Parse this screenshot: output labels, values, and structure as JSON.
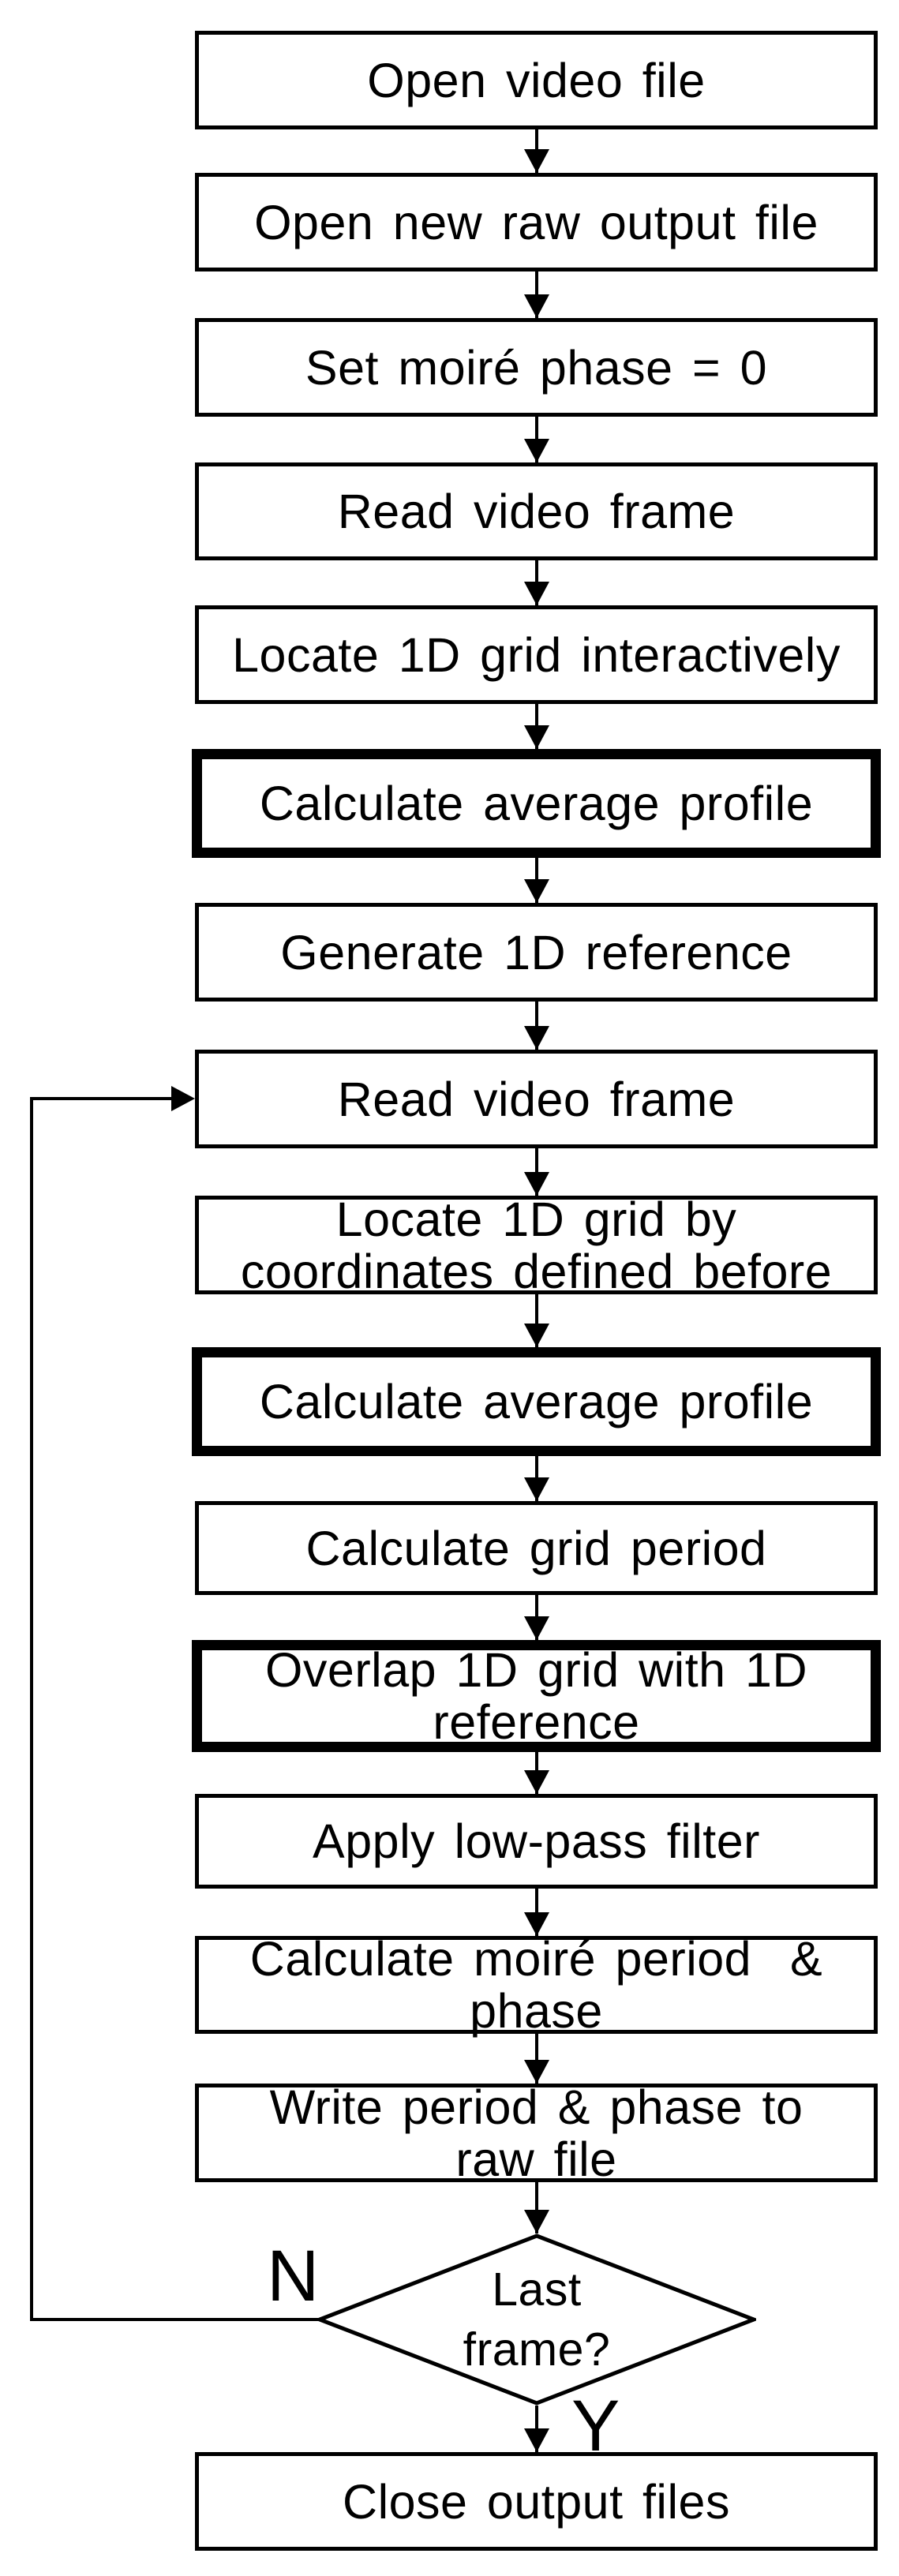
{
  "diagram": {
    "type": "flowchart",
    "colors": {
      "stroke": "#000000",
      "background": "#ffffff",
      "text": "#000000"
    },
    "nodes": [
      {
        "id": "open-video-file",
        "shape": "process",
        "emphasis": false,
        "label": "Open video file"
      },
      {
        "id": "open-new-raw-output-file",
        "shape": "process",
        "emphasis": false,
        "label": "Open new raw output file"
      },
      {
        "id": "set-moire-phase-zero",
        "shape": "process",
        "emphasis": false,
        "label": "Set moiré phase = 0"
      },
      {
        "id": "read-video-frame-1",
        "shape": "process",
        "emphasis": false,
        "label": "Read video frame"
      },
      {
        "id": "locate-1d-grid-interactively",
        "shape": "process",
        "emphasis": false,
        "label": "Locate 1D grid interactively"
      },
      {
        "id": "calculate-average-profile-1",
        "shape": "process",
        "emphasis": true,
        "label": "Calculate average profile"
      },
      {
        "id": "generate-1d-reference",
        "shape": "process",
        "emphasis": false,
        "label": "Generate 1D reference"
      },
      {
        "id": "read-video-frame-2",
        "shape": "process",
        "emphasis": false,
        "label": "Read video frame"
      },
      {
        "id": "locate-1d-grid-by-coordinates",
        "shape": "process",
        "emphasis": false,
        "label": "Locate 1D grid by\ncoordinates defined before"
      },
      {
        "id": "calculate-average-profile-2",
        "shape": "process",
        "emphasis": true,
        "label": "Calculate average profile"
      },
      {
        "id": "calculate-grid-period",
        "shape": "process",
        "emphasis": false,
        "label": "Calculate grid period"
      },
      {
        "id": "overlap-1d-grid-with-ref",
        "shape": "process",
        "emphasis": true,
        "label": "Overlap 1D grid with 1D\nreference"
      },
      {
        "id": "apply-low-pass-filter",
        "shape": "process",
        "emphasis": false,
        "label": "Apply low-pass filter"
      },
      {
        "id": "calculate-moire-period-phase",
        "shape": "process",
        "emphasis": false,
        "label": "Calculate moiré period  &\nphase"
      },
      {
        "id": "write-period-phase-to-raw",
        "shape": "process",
        "emphasis": false,
        "label": "Write period & phase to\nraw file"
      },
      {
        "id": "last-frame-decision",
        "shape": "decision",
        "emphasis": false,
        "label": "Last\nframe?"
      },
      {
        "id": "close-output-files",
        "shape": "process",
        "emphasis": false,
        "label": "Close output files"
      }
    ],
    "branch_labels": {
      "no": "N",
      "yes": "Y"
    },
    "loop": {
      "from": "last-frame-decision",
      "to": "read-video-frame-2",
      "label": "N"
    }
  }
}
